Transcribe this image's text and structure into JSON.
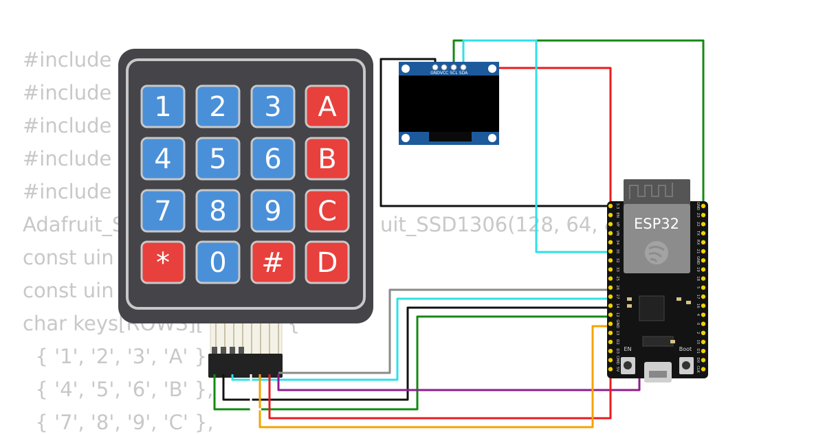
{
  "code_lines": [
    "#include",
    "#include",
    "#include",
    "#include",
    "#include",
    "Adafruit_S",
    "const uin",
    "const uin",
    "char keys[ROWS][",
    "  { '1', '2', '3', 'A' },",
    "  { '4', '5', '6', 'B' },",
    "  { '7', '8', '9', 'C' },"
  ],
  "code_fragment_right": "uit_SSD1306(128, 64, &W",
  "code_fragment_brace": "{",
  "keypad": {
    "keys": [
      [
        "1",
        "2",
        "3",
        "A"
      ],
      [
        "4",
        "5",
        "6",
        "B"
      ],
      [
        "7",
        "8",
        "9",
        "C"
      ],
      [
        "*",
        "0",
        "#",
        "D"
      ]
    ],
    "colors": {
      "digit": "#4a90d9",
      "letter": "#e8403c",
      "frame": "#444449",
      "border": "#c8c8c8"
    }
  },
  "oled": {
    "pin_labels": [
      "GND",
      "VCC",
      "SCL",
      "SDA"
    ],
    "colors": {
      "board": "#1d5a9c",
      "screen": "#000000"
    }
  },
  "esp32": {
    "label": "ESP32",
    "button_en": "EN",
    "button_boot": "Boot",
    "left_pins": [
      "3.3",
      "EN",
      "VP",
      "VN",
      "34",
      "35",
      "32",
      "33",
      "25",
      "26",
      "27",
      "14",
      "12",
      "GND",
      "13",
      "D2",
      "D3",
      "CMD",
      "5V"
    ],
    "right_pins": [
      "GND",
      "23",
      "22",
      "TX",
      "RX",
      "21",
      "GND",
      "19",
      "18",
      "5",
      "17",
      "16",
      "4",
      "0",
      "2",
      "15",
      "D1",
      "D0",
      "CLK"
    ]
  },
  "wire_colors": {
    "black": "#111111",
    "red": "#e81c1c",
    "green": "#138a13",
    "cyan": "#2ee0e8",
    "gray": "#8a8a8a",
    "purple": "#8b1e8b",
    "orange": "#f5a300"
  }
}
